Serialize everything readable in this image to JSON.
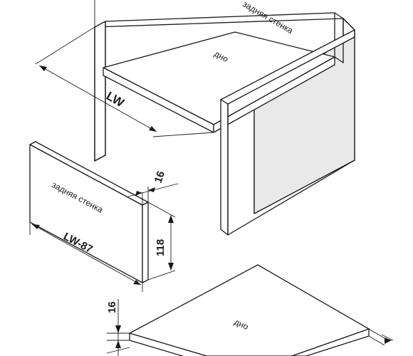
{
  "labels": {
    "bottom_top": "дно",
    "back_wall_top": "задняя стенка",
    "back_wall_part": "задняя стенка",
    "lw": "LW",
    "back_wall_width": "LW-87",
    "back_wall_height": "118",
    "back_wall_thickness": "16",
    "bottom_thickness": "16",
    "bottom_part": "дно"
  }
}
